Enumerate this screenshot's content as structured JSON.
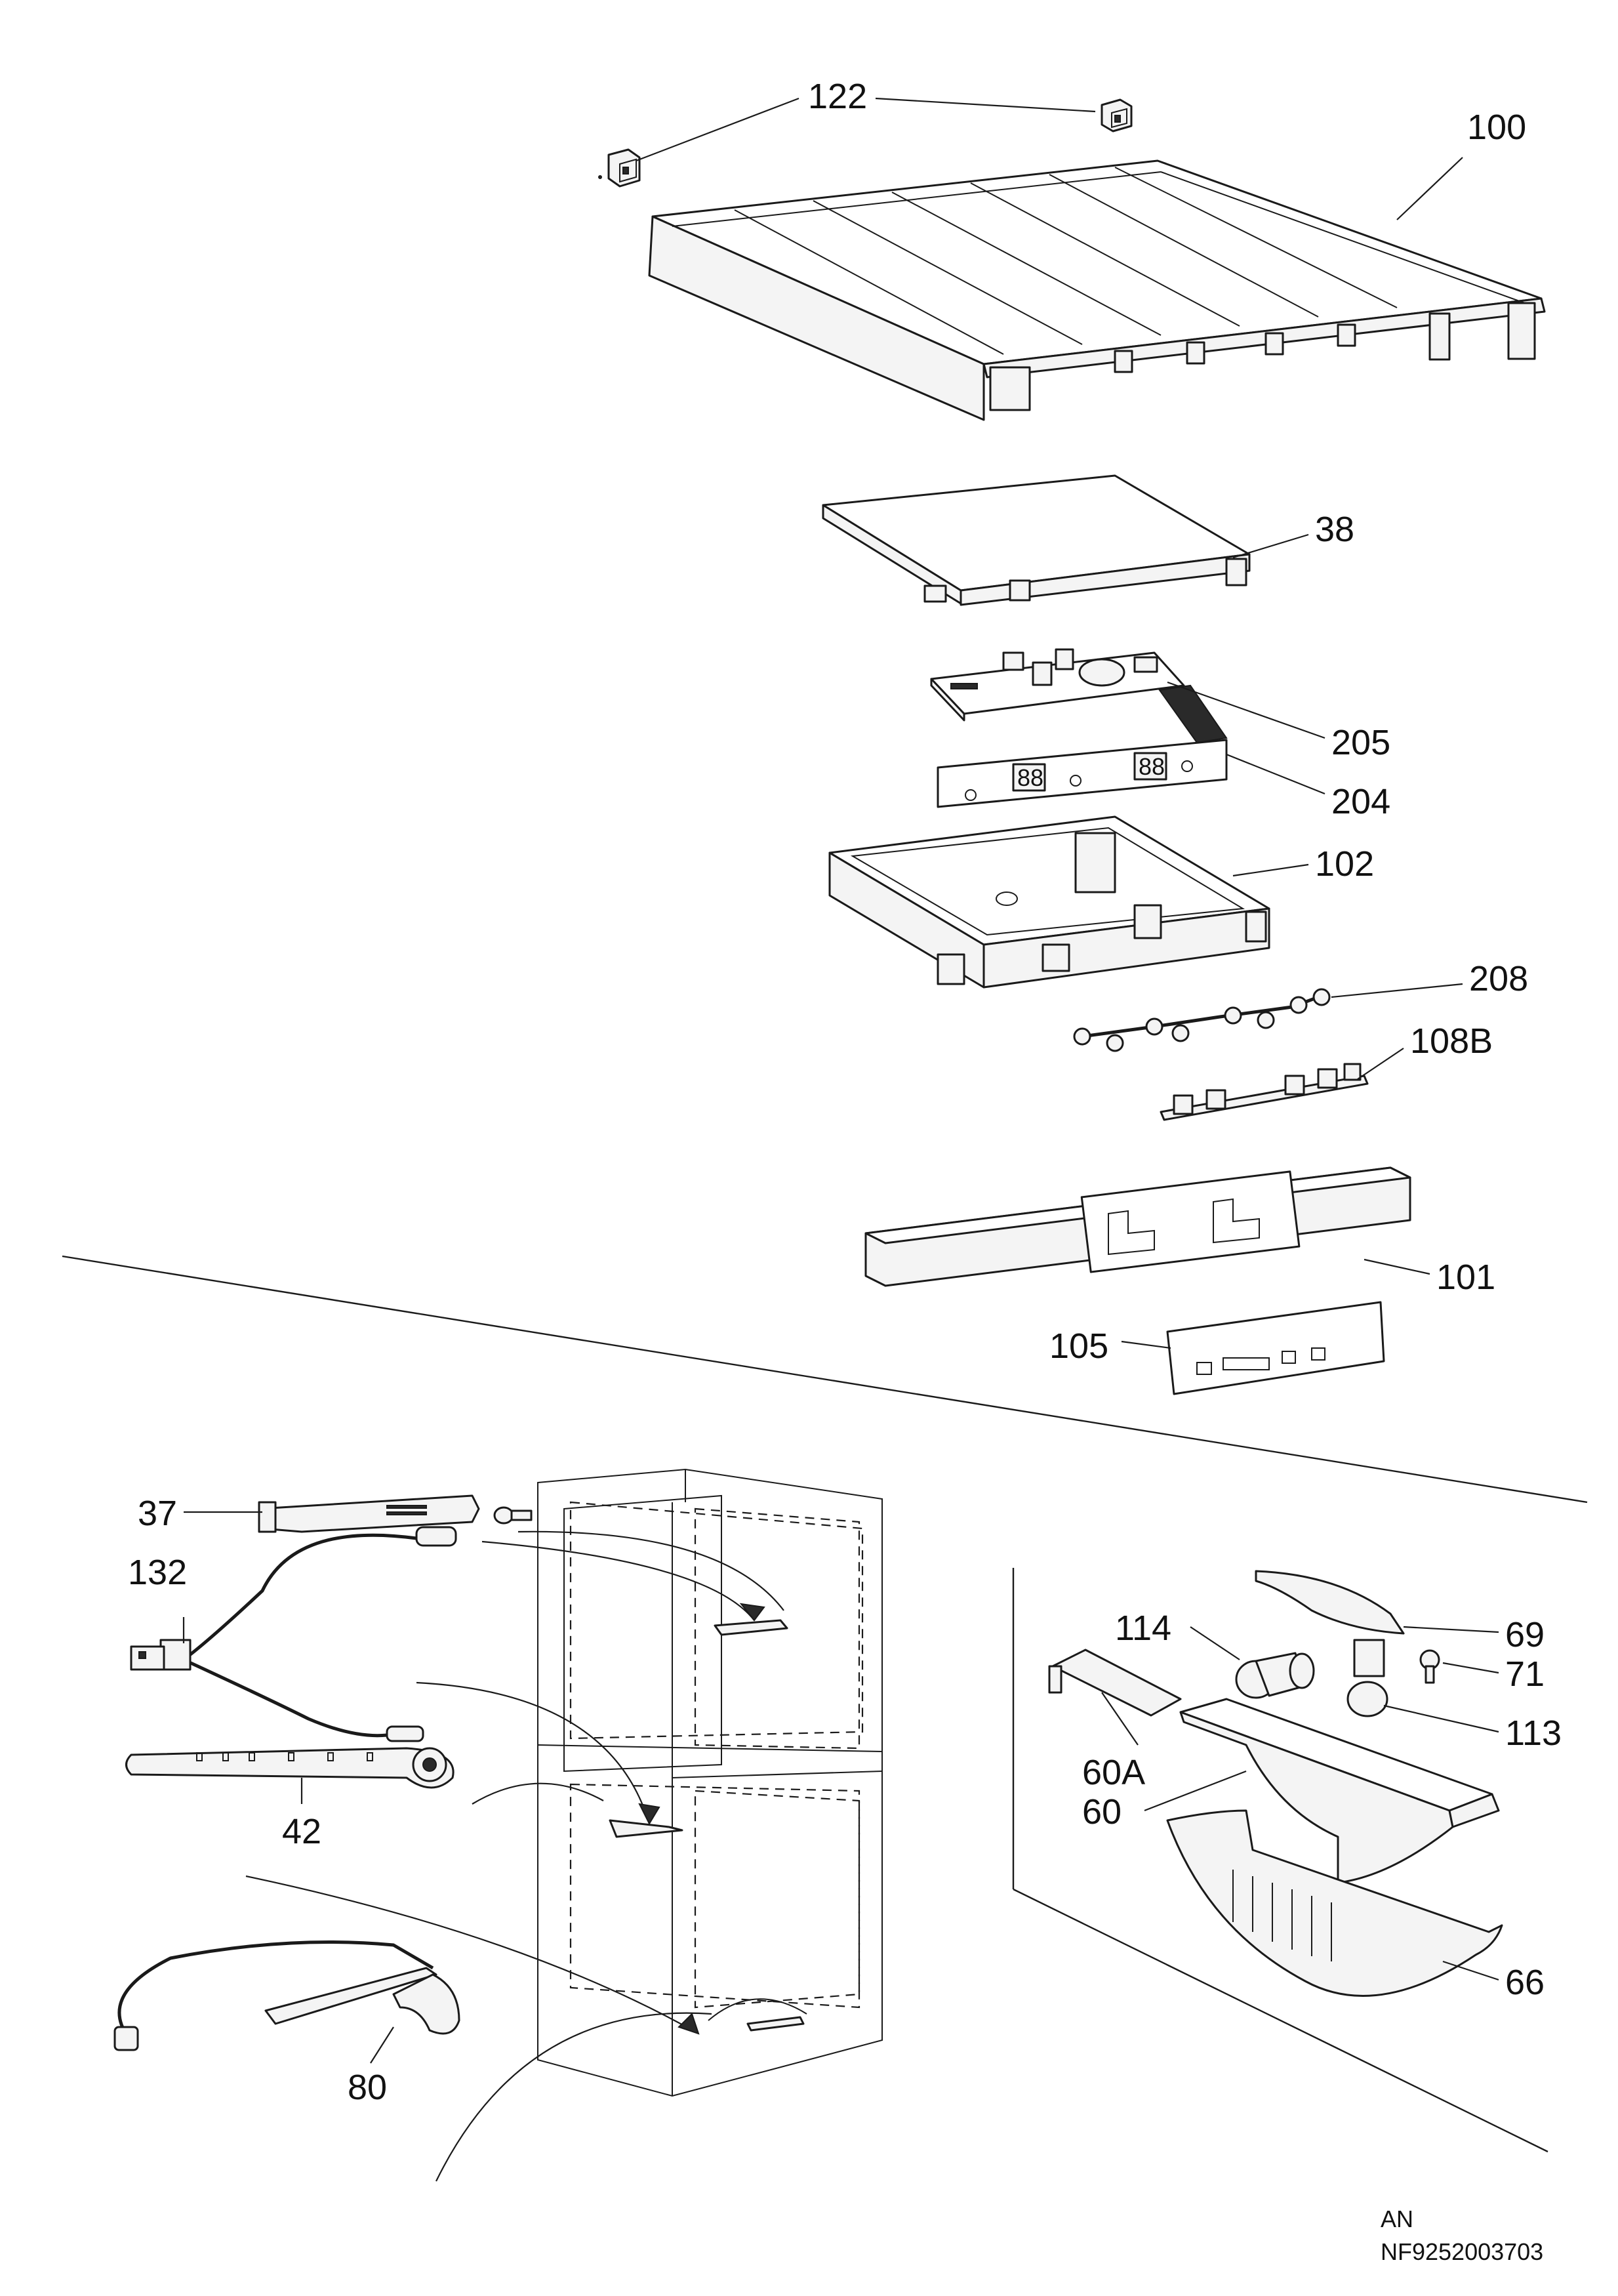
{
  "callouts": {
    "c122": "122",
    "c100": "100",
    "c38": "38",
    "c205": "205",
    "c204": "204",
    "c102": "102",
    "c208": "208",
    "c108B": "108B",
    "c101": "101",
    "c105": "105",
    "c37": "37",
    "c132": "132",
    "c42": "42",
    "c80": "80",
    "c114": "114",
    "c69": "69",
    "c71": "71",
    "c113": "113",
    "c60A": "60A",
    "c60": "60",
    "c66": "66"
  },
  "footer": {
    "line1": "AN",
    "line2": "NF9252003703"
  }
}
